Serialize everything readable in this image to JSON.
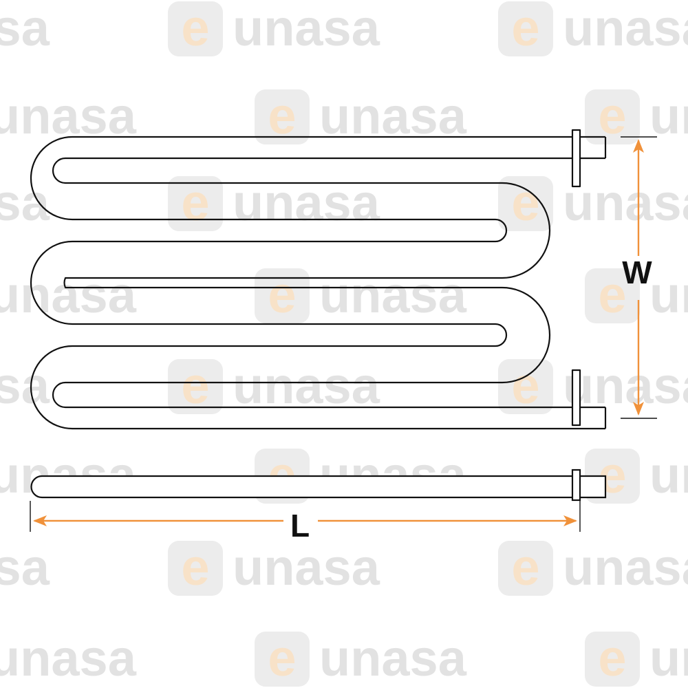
{
  "watermark": {
    "brand": "eunasa",
    "text_rest": "unasa",
    "mark_letter": "e",
    "color_text": "#e2e2e2",
    "color_mark_bg": "#ececec",
    "color_mark_letter": "#f8e2c8"
  },
  "diagram": {
    "element_color": "#111111",
    "dimension_color": "#f0913a",
    "width_label": "W",
    "length_label": "L"
  }
}
